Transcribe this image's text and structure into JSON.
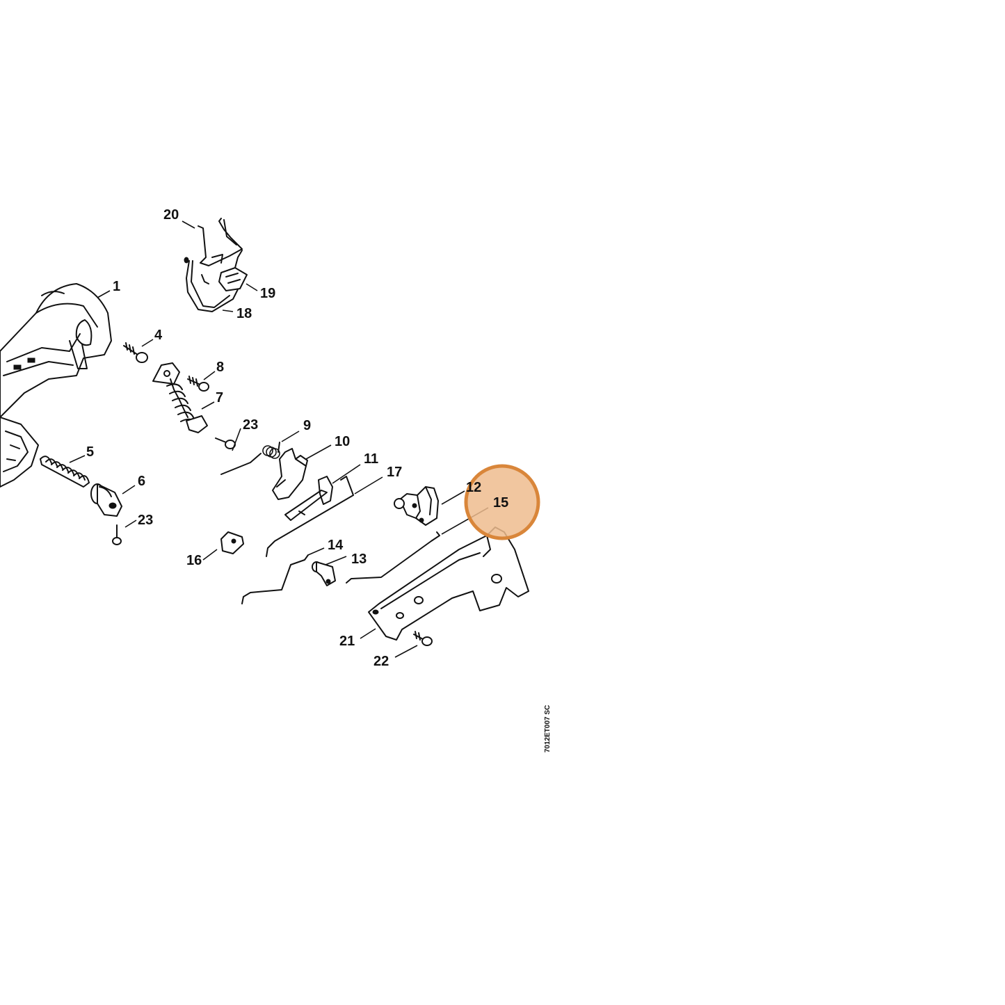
{
  "diagram": {
    "drawing_code": "7012ET007 SC",
    "highlight_color": "#d9863a",
    "highlight_fill": "#eebc8e",
    "highlighted_part": "15",
    "parts": [
      {
        "id": "p1",
        "label": "1"
      },
      {
        "id": "p4",
        "label": "4"
      },
      {
        "id": "p5",
        "label": "5"
      },
      {
        "id": "p6",
        "label": "6"
      },
      {
        "id": "p7",
        "label": "7"
      },
      {
        "id": "p8",
        "label": "8"
      },
      {
        "id": "p9",
        "label": "9"
      },
      {
        "id": "p10",
        "label": "10"
      },
      {
        "id": "p11",
        "label": "11"
      },
      {
        "id": "p12",
        "label": "12"
      },
      {
        "id": "p13",
        "label": "13"
      },
      {
        "id": "p14",
        "label": "14"
      },
      {
        "id": "p15",
        "label": "15"
      },
      {
        "id": "p16",
        "label": "16"
      },
      {
        "id": "p17",
        "label": "17"
      },
      {
        "id": "p18",
        "label": "18"
      },
      {
        "id": "p19",
        "label": "19"
      },
      {
        "id": "p20",
        "label": "20"
      },
      {
        "id": "p21",
        "label": "21"
      },
      {
        "id": "p22",
        "label": "22"
      },
      {
        "id": "p23a",
        "label": "23"
      },
      {
        "id": "p23b",
        "label": "23"
      }
    ]
  }
}
